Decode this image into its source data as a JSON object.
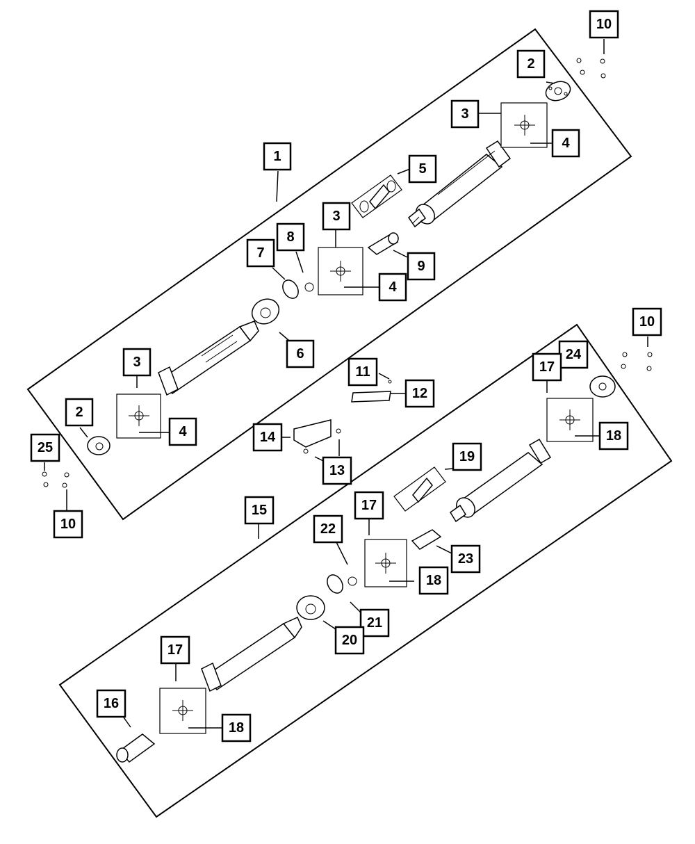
{
  "callouts": {
    "c1": "1",
    "c2a": "2",
    "c2b": "2",
    "c3a": "3",
    "c3b": "3",
    "c3c": "3",
    "c4a": "4",
    "c4b": "4",
    "c4c": "4",
    "c5": "5",
    "c6": "6",
    "c7": "7",
    "c8": "8",
    "c9": "9",
    "c10a": "10",
    "c10b": "10",
    "c10c": "10",
    "c11": "11",
    "c12": "12",
    "c13": "13",
    "c14": "14",
    "c15": "15",
    "c16": "16",
    "c17a": "17",
    "c17b": "17",
    "c17c": "17",
    "c18a": "18",
    "c18b": "18",
    "c18c": "18",
    "c19": "19",
    "c20": "20",
    "c21": "21",
    "c22": "22",
    "c23": "23",
    "c24": "24",
    "c25": "25"
  }
}
